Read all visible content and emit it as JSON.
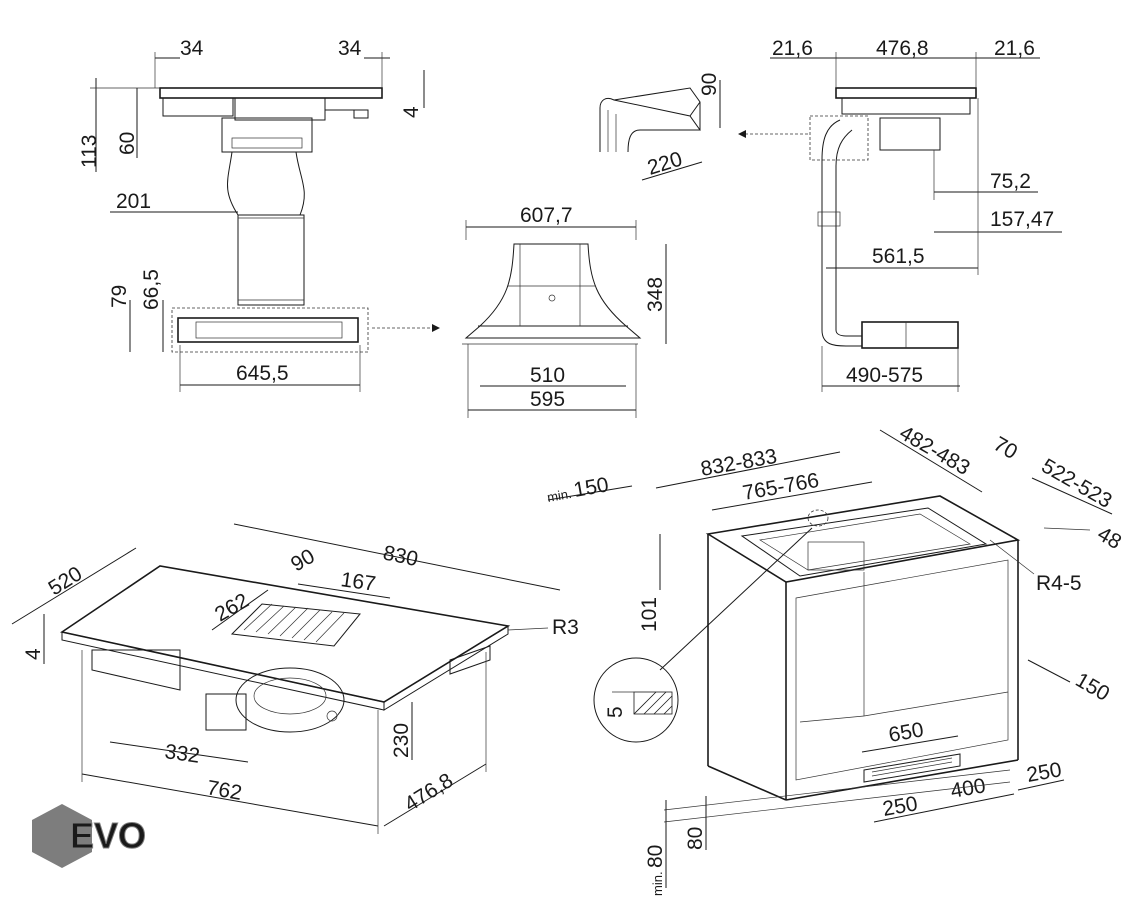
{
  "brand": {
    "logo_text": "EVO",
    "logo_color": "#7d7d7d"
  },
  "top_left_view": {
    "dim_top_left": "34",
    "dim_top_right": "34",
    "dim_glass": "4",
    "dim_total_height": "113",
    "dim_body_height": "60",
    "dim_duct_offset": "201",
    "dim_outlet_79": "79",
    "dim_outlet_665": "66,5",
    "dim_outlet_width": "645,5"
  },
  "outlet_front_view": {
    "dim_top": "607,7",
    "dim_height": "348",
    "dim_inner": "510",
    "dim_outer": "595"
  },
  "elbow_view": {
    "dim_height": "90",
    "dim_depth": "220"
  },
  "top_right_view": {
    "dim_left": "21,6",
    "dim_center": "476,8",
    "dim_right": "21,6",
    "dim_75": "75,2",
    "dim_157": "157,47",
    "dim_561": "561,5",
    "dim_range": "490-575"
  },
  "hob_iso_view": {
    "dim_depth": "520",
    "dim_width": "830",
    "dim_grille_w": "90",
    "dim_grille_l": "167",
    "dim_grille_offset": "262",
    "dim_radius": "R3",
    "dim_glass": "4",
    "dim_height": "230",
    "dim_body_w": "332",
    "dim_body_total": "762",
    "dim_body_depth": "476,8"
  },
  "cabinet_view": {
    "dim_min_label": "min.",
    "dim_min150": "150",
    "dim_cutout_outer": "832-833",
    "dim_cutout_inner": "765-766",
    "dim_depth_outer": "482-483",
    "dim_70": "70",
    "dim_depth_inner": "522-523",
    "dim_48": "48",
    "dim_radius": "R4-5",
    "dim_101": "101",
    "dim_detail": "5",
    "dim_150_side": "150",
    "dim_650": "650",
    "dim_250_left": "250",
    "dim_400": "400",
    "dim_250_right": "250",
    "dim_80": "80",
    "dim_min80_label": "min.",
    "dim_min80": "80"
  }
}
